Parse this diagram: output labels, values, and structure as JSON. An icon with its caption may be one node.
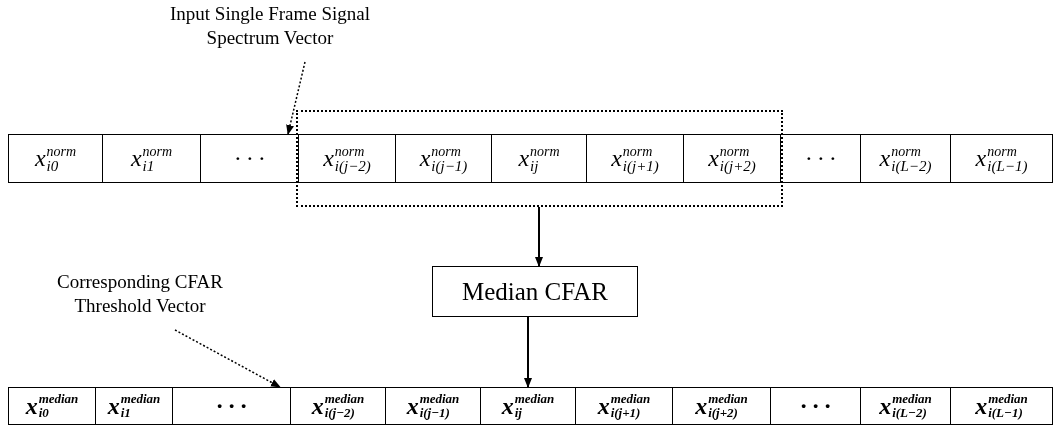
{
  "diagram": {
    "nodes": [
      {
        "text": [
          "Input Single Frame Signal Spectrum Vector"
        ]
      },
      {
        "text": [
          "x$^{norm}$$_{i0}$"
        ]
      },
      {
        "text": [
          "x$^{norm}$$_{i1}$"
        ]
      },
      {
        "text": [
          "· · ·"
        ]
      },
      {
        "text": [],
        "shape": "box"
      },
      {
        "text": [
          "x$^{norm}$$_{i(j−2)}$"
        ],
        "in": 4
      },
      {
        "text": [
          "x$^{norm}$$_{i(j−1)}$"
        ],
        "in": 4
      },
      {
        "text": [
          "x$^{norm}$$_{ij}$"
        ],
        "in": 4
      },
      {
        "text": [
          "x$^{norm}$$_{i(j+1)}$"
        ],
        "in": 4
      },
      {
        "text": [
          "x$^{norm}$$_{i(j+2)}$"
        ],
        "in": 4
      },
      {
        "text": [
          "· · ·"
        ]
      },
      {
        "text": [
          "x$^{norm}$$_{i(L−2)}$"
        ]
      },
      {
        "text": [
          "x$^{norm}$$_{i(L−1)}$"
        ]
      },
      {
        "text": [
          "Median CFAR"
        ]
      },
      {
        "text": [
          "Corresponding CFAR Threshold Vector"
        ]
      },
      {
        "text": [
          "x$^{median}$$_{i0}$"
        ]
      },
      {
        "text": [
          "x$^{median}$$_{i1}$"
        ]
      },
      {
        "text": [
          "· · ·"
        ]
      },
      {
        "text": [
          "x$^{median}$$_{i(j−2)}$"
        ]
      },
      {
        "text": [
          "x$^{median}$$_{i(j−1)}$"
        ]
      },
      {
        "text": [
          "x$^{median}$$_{ij}$"
        ]
      },
      {
        "text": [
          "x$^{median}$$_{i(j+1)}$"
        ]
      },
      {
        "text": [
          "x$^{median}$$_{i(j+2)}$"
        ]
      },
      {
        "text": [
          "· · ·"
        ]
      },
      {
        "text": [
          "x$^{median}$$_{i(L−2)}$"
        ]
      },
      {
        "text": [
          "x$^{median}$$_{i(L−1)}$"
        ]
      }
    ],
    "edges": [
      {
        "from": 0,
        "to": 5,
        "arrow": "to",
        "style": "dashed"
      },
      {
        "from": 4,
        "to": 13,
        "arrow": "to"
      },
      {
        "from": 13,
        "to": 20,
        "arrow": "to"
      },
      {
        "from": 14,
        "to": 18,
        "arrow": "to",
        "style": "dashed"
      }
    ]
  }
}
